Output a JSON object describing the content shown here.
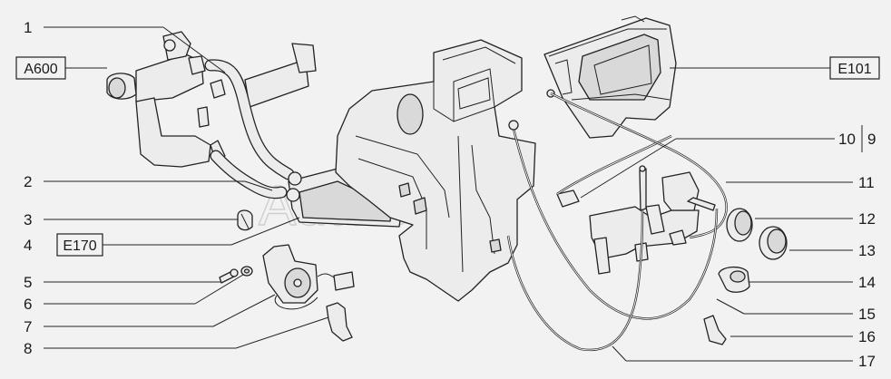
{
  "callouts": {
    "c1": "1",
    "c2": "2",
    "c3": "3",
    "c4": "4",
    "c5": "5",
    "c6": "6",
    "c7": "7",
    "c8": "8",
    "c9": "9",
    "c10": "10",
    "c11": "11",
    "c12": "12",
    "c13": "13",
    "c14": "14",
    "c15": "15",
    "c16": "16",
    "c17": "17"
  },
  "refs": {
    "a600": "A600",
    "e101": "E101",
    "e170": "E170"
  },
  "watermark": "AutoSoft"
}
